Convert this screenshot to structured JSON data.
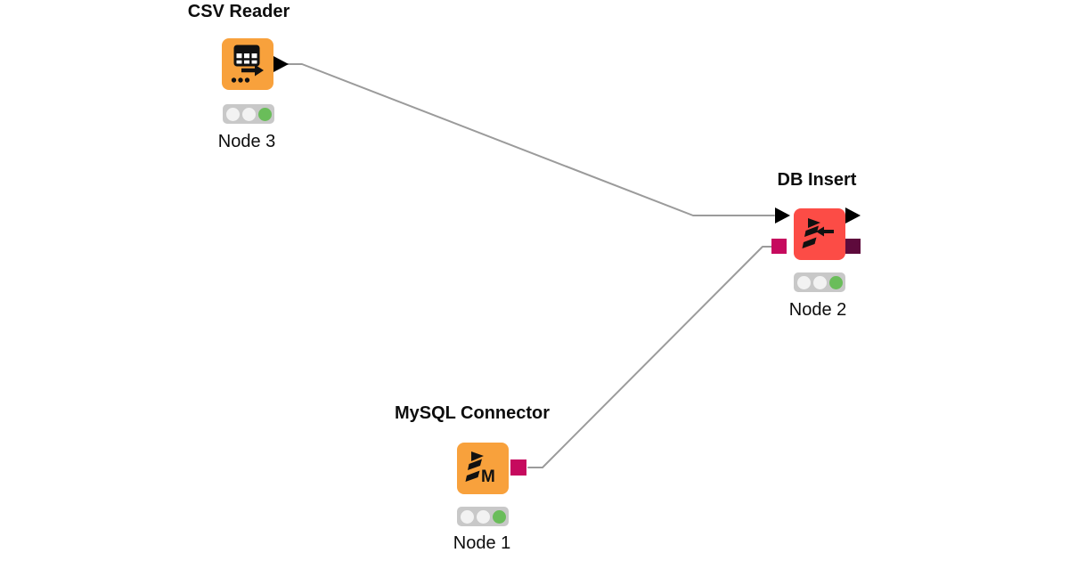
{
  "workflow": {
    "nodes": [
      {
        "id": "csv-reader",
        "title": "CSV Reader",
        "label": "Node 3",
        "category_color": "#f8a13c",
        "status": "executed",
        "lights": [
          "off",
          "off",
          "green"
        ],
        "ports": {
          "output_right": "data-table"
        }
      },
      {
        "id": "mysql-connector",
        "title": "MySQL Connector",
        "label": "Node 1",
        "category_color": "#f8a13c",
        "status": "executed",
        "lights": [
          "off",
          "off",
          "green"
        ],
        "ports": {
          "output_right": "db-connection"
        }
      },
      {
        "id": "db-insert",
        "title": "DB Insert",
        "label": "Node 2",
        "category_color": "#fc4c46",
        "status": "executed",
        "lights": [
          "off",
          "off",
          "green"
        ],
        "ports": {
          "input_top_left": "data-table",
          "input_bottom_left": "db-connection",
          "output_top_right": "data-table",
          "output_bottom_right": "db-data"
        }
      }
    ],
    "connections": [
      {
        "from": "CSV Reader",
        "to": "DB Insert",
        "type": "data-table"
      },
      {
        "from": "MySQL Connector",
        "to": "DB Insert",
        "type": "db-connection"
      }
    ],
    "colors": {
      "node_orange": "#f8a13c",
      "node_red": "#fc4c46",
      "port_data_black": "#000000",
      "port_db_connection_bright": "#c60a5e",
      "port_db_data_dark": "#5e0a3c",
      "status_green": "#6abd5a",
      "status_off": "#f2f2f2",
      "status_track": "#c8c8c8",
      "connection_line": "#9b9b9b",
      "canvas_background": "#ffffff",
      "text": "#0d0d0d"
    }
  }
}
